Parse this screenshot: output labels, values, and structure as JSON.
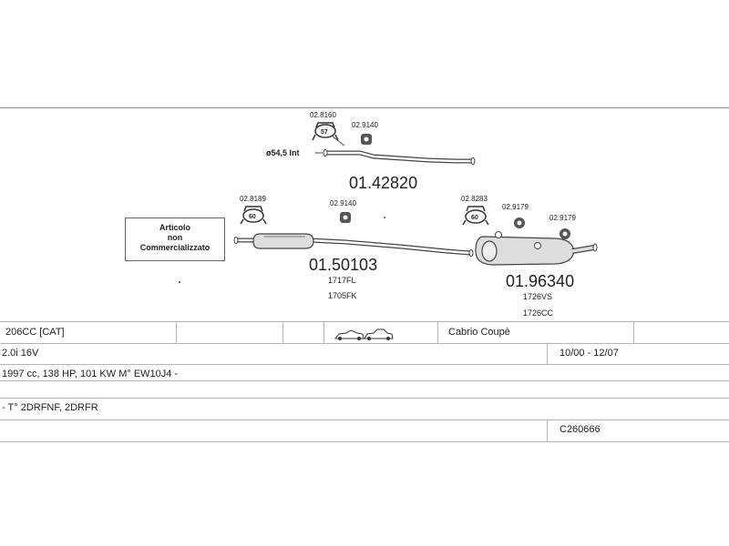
{
  "parts": {
    "front_pipe": {
      "code": "01.42820",
      "diameter": "ø54,5 Int"
    },
    "middle_section": {
      "code": "01.50103",
      "ref1": "1717FL",
      "ref2": "1705FK"
    },
    "rear_silencer": {
      "code": "01.96340",
      "ref1": "1726VS",
      "ref2": "1726CC"
    }
  },
  "fittings": {
    "f1": "02.8160",
    "f2": "02.9140",
    "f3": "02.8189",
    "f4": "02.9140",
    "f5": "02.8283",
    "f6": "02.9179",
    "f7": "02.9179"
  },
  "fitting_badges": {
    "b1": "57",
    "b2": "60",
    "b3": "60"
  },
  "note": {
    "line1": "Articolo",
    "line2": "non",
    "line3": "Commercializzato"
  },
  "vehicle": {
    "model": "206CC  [CAT]",
    "body": "Cabrio Coupè",
    "engine": "2.0i  16V",
    "years": "10/00  -  12/07",
    "specs": "1997 cc, 138 HP, 101 KW M° EW10J4 -",
    "types": "-  T° 2DRFNF, 2DRFR",
    "catalog_code": "C260666"
  },
  "icons": {
    "cars": "car-silhouettes-icon"
  }
}
